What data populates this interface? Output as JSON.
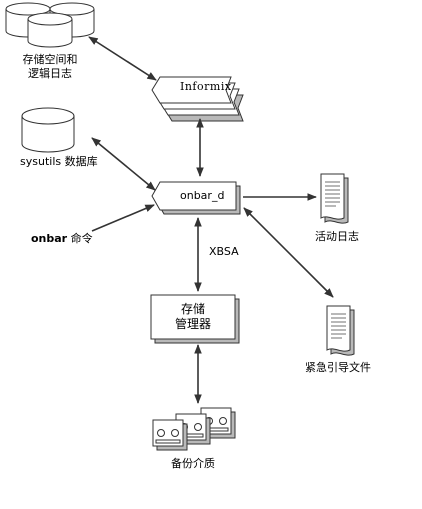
{
  "labels": {
    "storage_space_line1": "存储空间和",
    "storage_space_line2": "逻辑日志",
    "informix": "Informix",
    "sysutils_db": "sysutils 数据库",
    "onbar_d": "onbar_d",
    "onbar_cmd_bold": "onbar",
    "onbar_cmd_rest": " 命令",
    "xbsa": "XBSA",
    "storage_manager_line1": "存储",
    "storage_manager_line2": "管理器",
    "activity_log": "活动日志",
    "emergency_boot_file": "紧急引导文件",
    "backup_media": "备份介质"
  },
  "colors": {
    "stroke": "#333333",
    "shadow": "#b9b9b9",
    "fill": "#ffffff"
  }
}
